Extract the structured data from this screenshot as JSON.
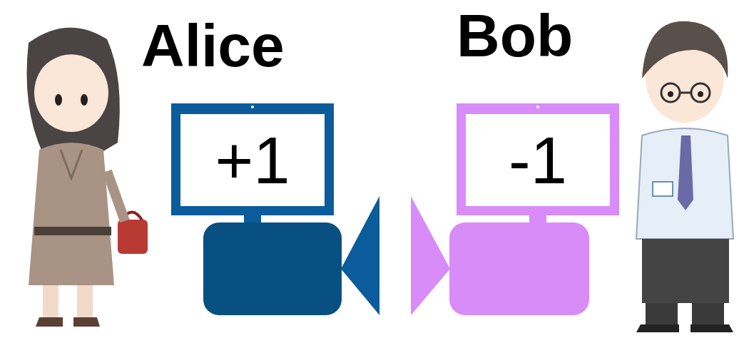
{
  "diagram": {
    "nodes": [
      {
        "text": [
          "+1"
        ]
      },
      {
        "text": [
          "-1"
        ]
      }
    ],
    "labels": [
      "Alice",
      "Bob"
    ]
  }
}
